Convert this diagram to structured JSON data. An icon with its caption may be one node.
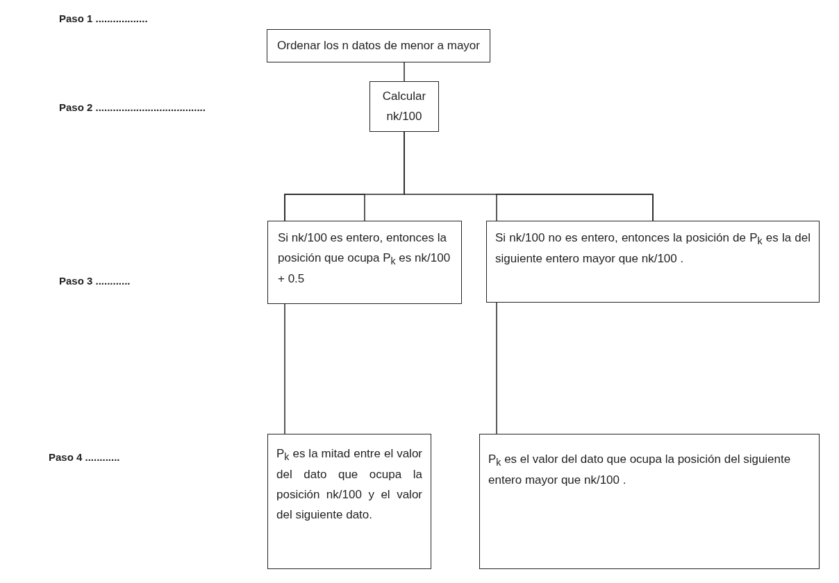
{
  "diagram": {
    "nodes": [
      {
        "text": [
          "Ordenar los n datos de menor a mayor"
        ]
      },
      {
        "text": [
          "Calcular",
          "nk/100"
        ]
      },
      {
        "text": [
          "Si nk/100 es entero, entonces la posición que ocupa P$_{k}$ es nk/100 + 0.5"
        ]
      },
      {
        "text": [
          "Si nk/100 no es entero, entonces la posición de P$_{k}$ es la del siguiente entero mayor que nk/100 ."
        ]
      },
      {
        "text": [
          "P$_{k}$ es la mitad entre el valor del dato que ocupa la posición nk/100 y el valor del siguiente dato."
        ]
      },
      {
        "text": [
          "P$_{k}$ es el valor del dato que ocupa la posición del siguiente entero mayor que nk/100 ."
        ]
      }
    ],
    "edges": [
      {
        "from": 0,
        "to": 1,
        "arrow": "none"
      },
      {
        "from": 1,
        "to": 2,
        "arrow": "none"
      },
      {
        "from": 1,
        "to": 3,
        "arrow": "none"
      },
      {
        "from": 2,
        "to": 4,
        "arrow": "none"
      },
      {
        "from": 3,
        "to": 5,
        "arrow": "none"
      }
    ],
    "labels": [
      "Paso 1 ..................",
      "Paso 2 ......................................",
      "Paso 3 ............",
      "Paso 4 ............"
    ]
  }
}
